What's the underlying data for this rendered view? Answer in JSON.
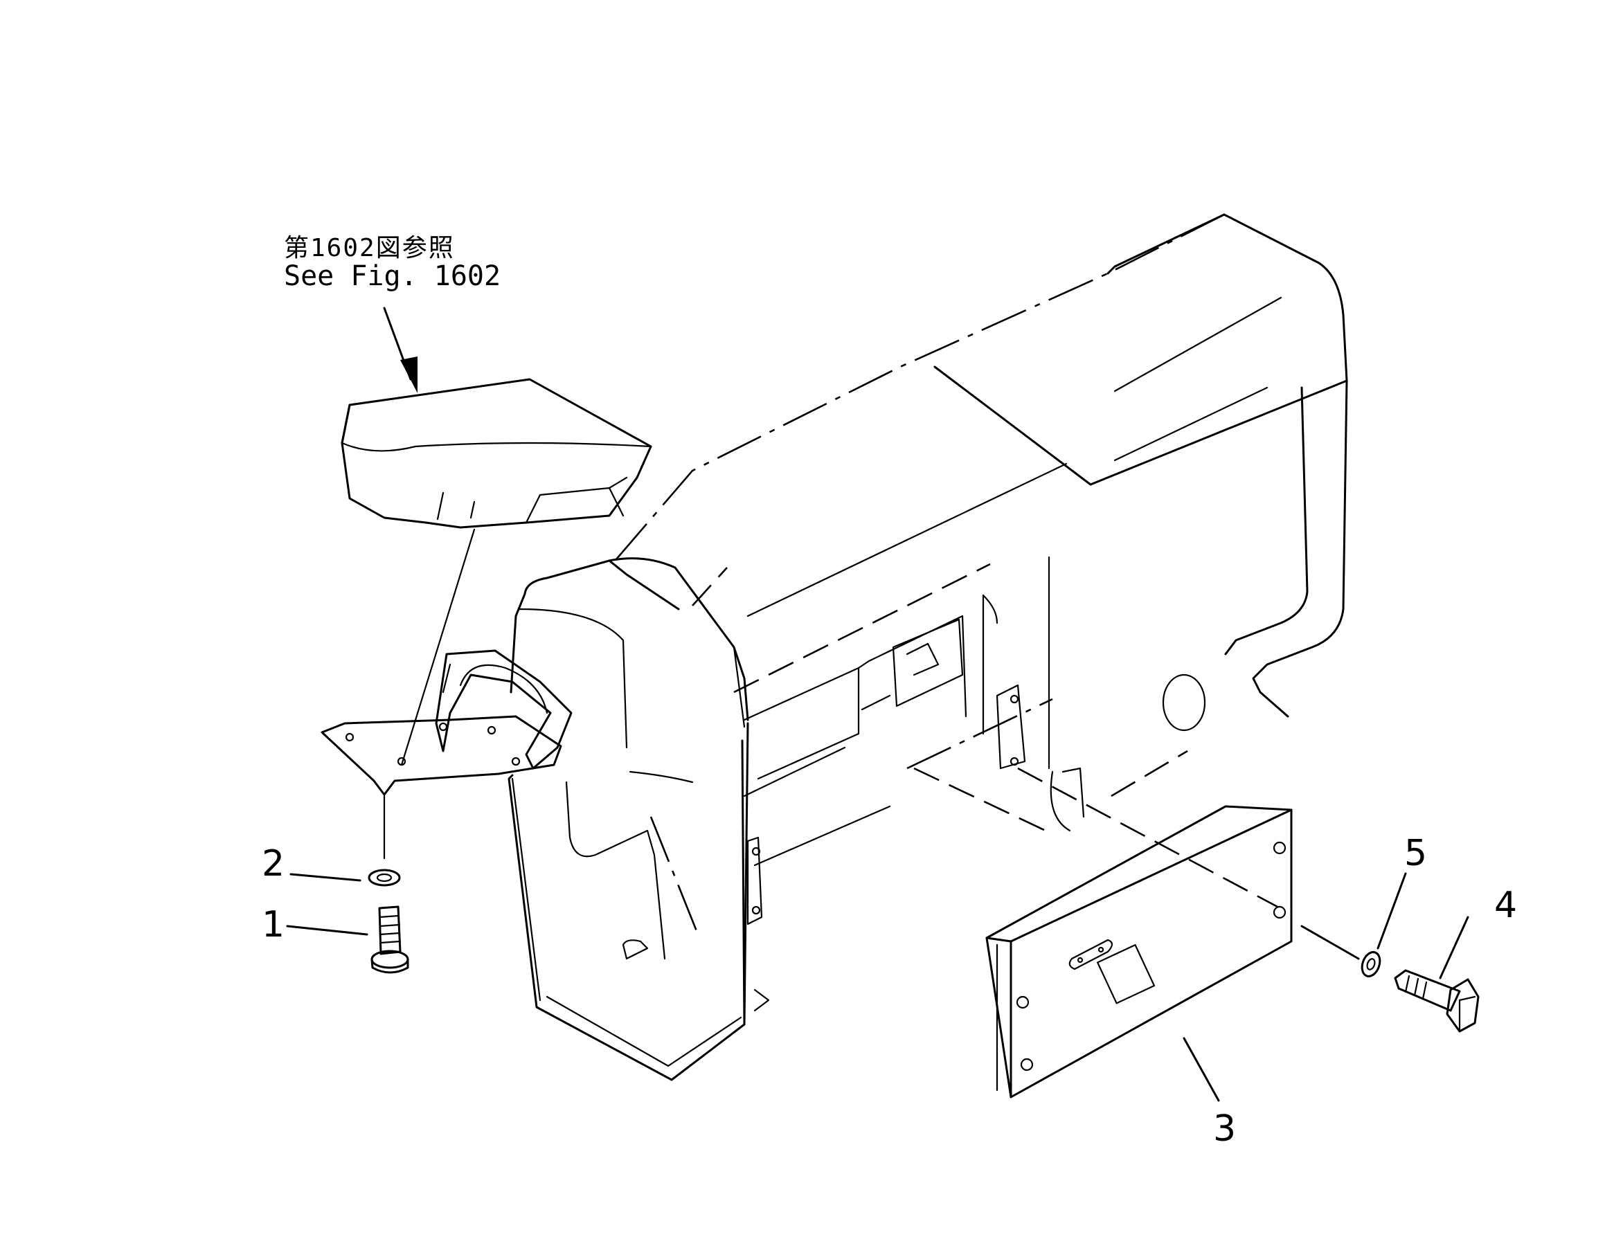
{
  "reference_note": {
    "japanese": "第1602図参照",
    "english": "See Fig. 1602"
  },
  "callouts": [
    {
      "id": "1",
      "label": "1"
    },
    {
      "id": "2",
      "label": "2"
    },
    {
      "id": "3",
      "label": "3"
    },
    {
      "id": "4",
      "label": "4"
    },
    {
      "id": "5",
      "label": "5"
    }
  ]
}
